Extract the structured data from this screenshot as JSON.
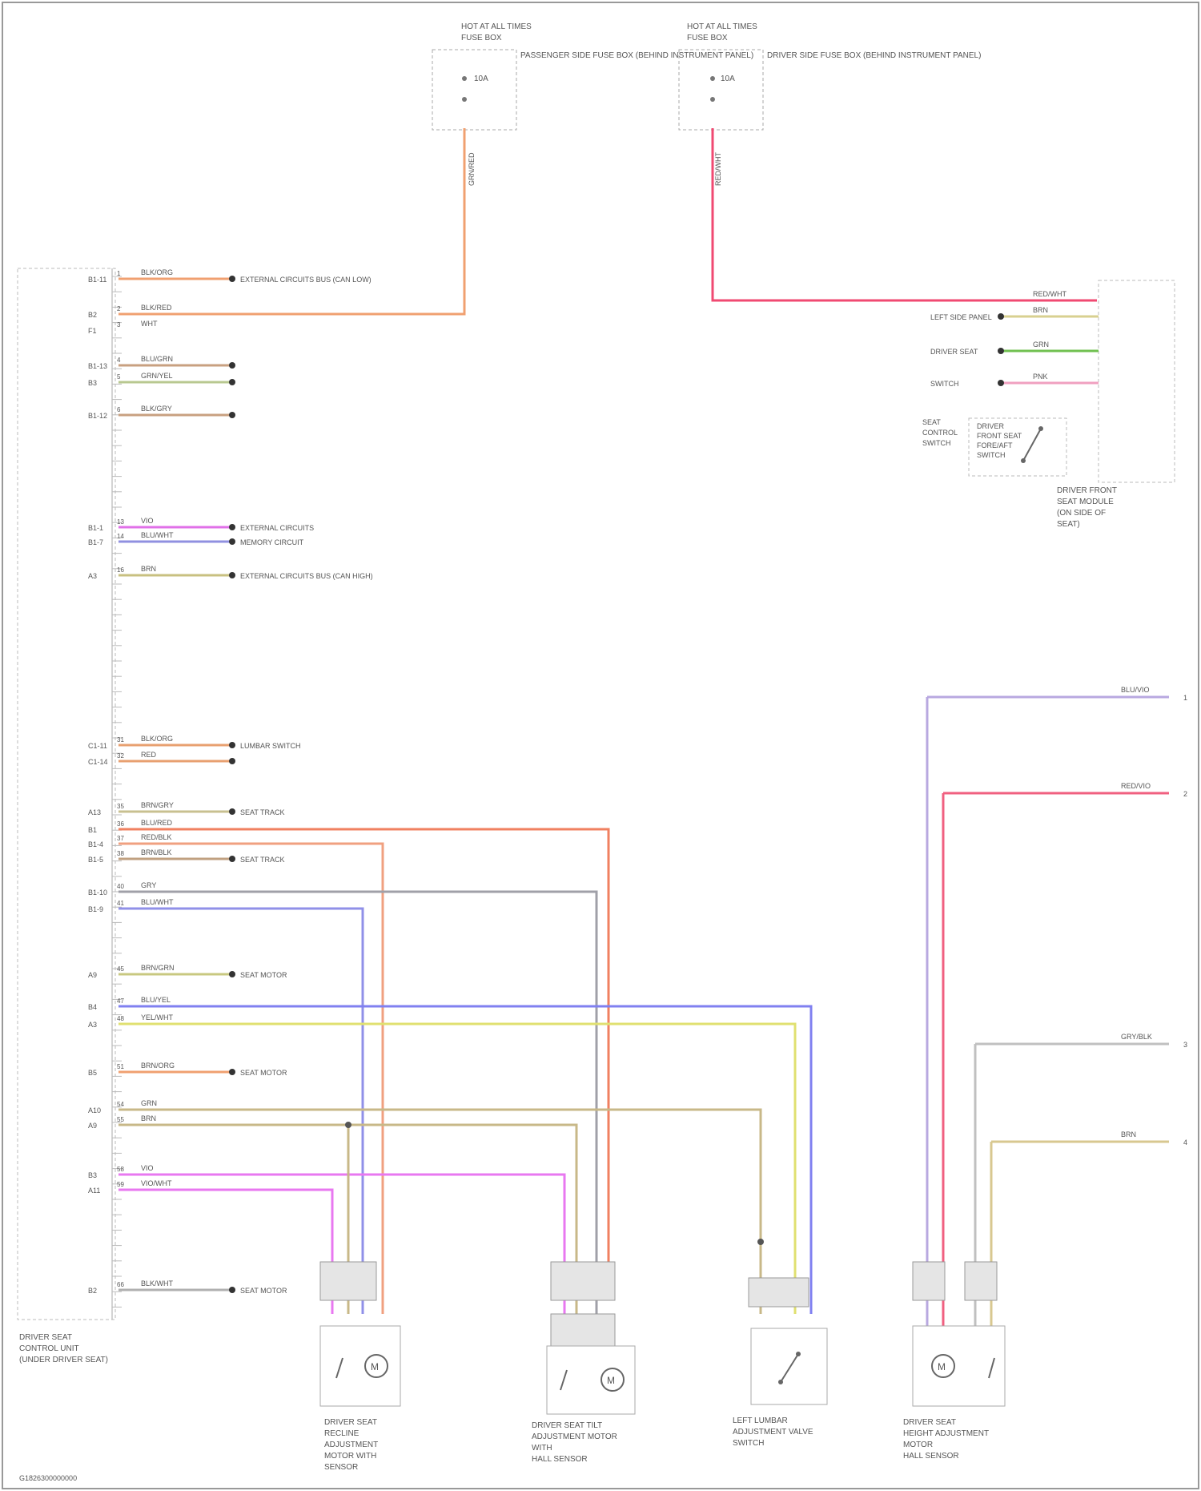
{
  "fuses": [
    {
      "id": "fuse-1",
      "title": "HOT AT ALL TIMES",
      "sub": "FUSE BOX",
      "value": "10A",
      "note": "PASSENGER SIDE FUSE BOX (BEHIND INSTRUMENT PANEL)",
      "wire": "GRN/RED",
      "wire_color": "#f0a070"
    },
    {
      "id": "fuse-2",
      "title": "HOT AT ALL TIMES",
      "sub": "FUSE BOX",
      "value": "10A",
      "note": "DRIVER SIDE FUSE BOX (BEHIND INSTRUMENT PANEL)",
      "wire": "RED/WHT",
      "wire_color": "#f04a72"
    }
  ],
  "control_unit": {
    "name_lines": [
      "DRIVER SEAT",
      "CONTROL UNIT",
      "(UNDER DRIVER SEAT)"
    ]
  },
  "left_wires": [
    {
      "pin": "1",
      "code": "B1-11",
      "wire": "BLK/ORG",
      "dest": "EXTERNAL CIRCUITS BUS (CAN LOW)",
      "color": "#f0a070",
      "stub": true
    },
    {
      "pin": "2",
      "code": "B2",
      "wire": "BLK/RED",
      "dest": "",
      "color": "#f0a070",
      "stub": false
    },
    {
      "pin": "3",
      "code": "F1",
      "wire": "WHT",
      "dest": "",
      "color": "#d8d090",
      "stub": false
    },
    {
      "pin": "4",
      "code": "B1-13",
      "wire": "BLU/GRN",
      "dest": "",
      "color": "#c8a080",
      "stub": true
    },
    {
      "pin": "5",
      "code": "B3",
      "wire": "GRN/YEL",
      "dest": "",
      "color": "#b8c890",
      "stub": true
    },
    {
      "pin": "6",
      "code": "B1-12",
      "wire": "BLK/GRY",
      "dest": "",
      "color": "#c8a080",
      "stub": true
    },
    {
      "pin": "13",
      "code": "B1-1",
      "wire": "VIO",
      "dest": "EXTERNAL CIRCUITS",
      "color": "#e070e8",
      "stub": true
    },
    {
      "pin": "14",
      "code": "B1-7",
      "wire": "BLU/WHT",
      "dest": "MEMORY CIRCUIT",
      "color": "#9090e0",
      "stub": true
    },
    {
      "pin": "16",
      "code": "A3",
      "wire": "BRN",
      "dest": "EXTERNAL CIRCUITS BUS (CAN HIGH)",
      "color": "#c8c080",
      "stub": true
    },
    {
      "pin": "31",
      "code": "C1-11",
      "wire": "BLK/ORG",
      "dest": "LUMBAR SWITCH",
      "color": "#e8a070",
      "stub": true
    },
    {
      "pin": "32",
      "code": "C1-14",
      "wire": "RED",
      "dest": "",
      "color": "#e8a070",
      "stub": true
    },
    {
      "pin": "35",
      "code": "A13",
      "wire": "BRN/GRY",
      "dest": "SEAT TRACK",
      "color": "#c8c090",
      "stub": true
    },
    {
      "pin": "36",
      "code": "B1",
      "wire": "BLU/RED",
      "dest": "",
      "color": "#f08060",
      "stub": false
    },
    {
      "pin": "37",
      "code": "B1-4",
      "wire": "RED/BLK",
      "dest": "",
      "color": "#f0a080",
      "stub": false
    },
    {
      "pin": "38",
      "code": "B1-5",
      "wire": "BRN/BLK",
      "dest": "SEAT TRACK",
      "color": "#c0a080",
      "stub": true
    },
    {
      "pin": "40",
      "code": "B1-10",
      "wire": "GRY",
      "dest": "",
      "color": "#a0a0a8",
      "stub": false
    },
    {
      "pin": "41",
      "code": "B1-9",
      "wire": "BLU/WHT",
      "dest": "",
      "color": "#9090e8",
      "stub": false
    },
    {
      "pin": "45",
      "code": "A9",
      "wire": "BRN/GRN",
      "dest": "SEAT MOTOR",
      "color": "#c8c880",
      "stub": true
    },
    {
      "pin": "47",
      "code": "B4",
      "wire": "BLU/YEL",
      "dest": "",
      "color": "#8080f0",
      "stub": false
    },
    {
      "pin": "48",
      "code": "A3",
      "wire": "YEL/WHT",
      "dest": "",
      "color": "#e0e070",
      "stub": false
    },
    {
      "pin": "51",
      "code": "B5",
      "wire": "BRN/ORG",
      "dest": "SEAT MOTOR",
      "color": "#f0a070",
      "stub": true
    },
    {
      "pin": "54",
      "code": "A10",
      "wire": "GRN",
      "dest": "",
      "color": "#c8b888",
      "stub": false
    },
    {
      "pin": "55",
      "code": "A9",
      "wire": "BRN",
      "dest": "",
      "color": "#c8b888",
      "stub": false
    },
    {
      "pin": "58",
      "code": "B3",
      "wire": "VIO",
      "dest": "",
      "color": "#e878f0",
      "stub": false
    },
    {
      "pin": "59",
      "code": "A11",
      "wire": "VIO/WHT",
      "dest": "",
      "color": "#e878f0",
      "stub": false
    },
    {
      "pin": "66",
      "code": "B2",
      "wire": "BLK/WHT",
      "dest": "SEAT MOTOR",
      "color": "#b0b0b0",
      "stub": true
    }
  ],
  "right_module": {
    "name_lines": [
      "DRIVER FRONT",
      "SEAT MODULE",
      "(ON SIDE OF",
      "SEAT)"
    ],
    "switch_label": [
      "DRIVER",
      "FRONT SEAT",
      "FORE/AFT",
      "SWITCH"
    ],
    "side_label": [
      "SEAT",
      "CONTROL",
      "SWITCH"
    ],
    "wires": [
      {
        "wire": "RED/WHT",
        "dest": "",
        "color": "#f04a72"
      },
      {
        "wire": "BRN",
        "dest": "LEFT SIDE PANEL",
        "color": "#d8d090"
      },
      {
        "wire": "GRN",
        "dest": "DRIVER SEAT",
        "color": "#70c050"
      },
      {
        "wire": "PNK",
        "dest": "SWITCH",
        "color": "#f0a0c0"
      }
    ]
  },
  "right_edge_wires": [
    {
      "wire": "BLU/VIO",
      "color": "#b8a8e0",
      "num": "1"
    },
    {
      "wire": "RED/VIO",
      "color": "#f06080",
      "num": "2"
    },
    {
      "wire": "GRY/BLK",
      "color": "#c0c0c0",
      "num": "3"
    },
    {
      "wire": "BRN",
      "color": "#d8c890",
      "num": "4"
    }
  ],
  "components": [
    {
      "id": "comp-1",
      "lines": [
        "DRIVER SEAT",
        "RECLINE",
        "ADJUSTMENT",
        "MOTOR WITH",
        "SENSOR"
      ]
    },
    {
      "id": "comp-2",
      "lines": [
        "DRIVER SEAT TILT",
        "ADJUSTMENT MOTOR",
        "WITH",
        "HALL SENSOR"
      ]
    },
    {
      "id": "comp-3",
      "lines": [
        "LEFT LUMBAR",
        "ADJUSTMENT VALVE",
        "SWITCH"
      ]
    },
    {
      "id": "comp-4",
      "lines": [
        "DRIVER SEAT",
        "HEIGHT ADJUSTMENT",
        "MOTOR",
        "HALL SENSOR"
      ]
    }
  ],
  "footer": "G1826300000000"
}
